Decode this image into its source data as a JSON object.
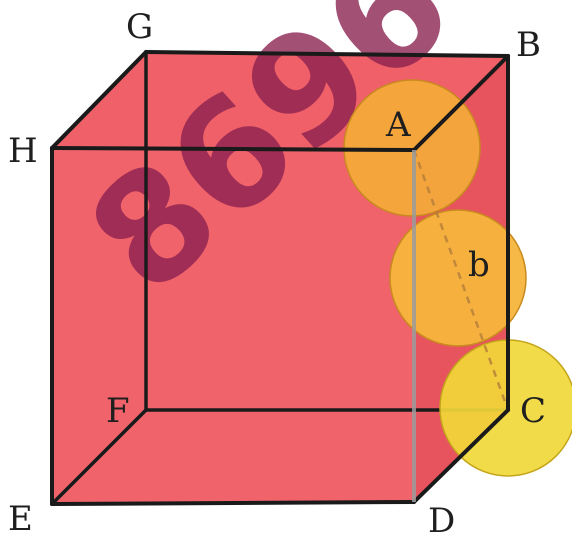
{
  "watermark": {
    "text": "8696",
    "color": "#8a1f4f"
  },
  "cube": {
    "face_color": "#ef5f68",
    "edge_color": "#1a1a1a",
    "vertices": {
      "A": "A",
      "B": "B",
      "C": "C",
      "D": "D",
      "E": "E",
      "F": "F",
      "G": "G",
      "H": "H"
    }
  },
  "spheres": [
    {
      "label": "A",
      "color": "#f3ab3a"
    },
    {
      "label": "b",
      "color": "#f6b53c"
    },
    {
      "label": "C",
      "color": "#f1d83a"
    }
  ]
}
